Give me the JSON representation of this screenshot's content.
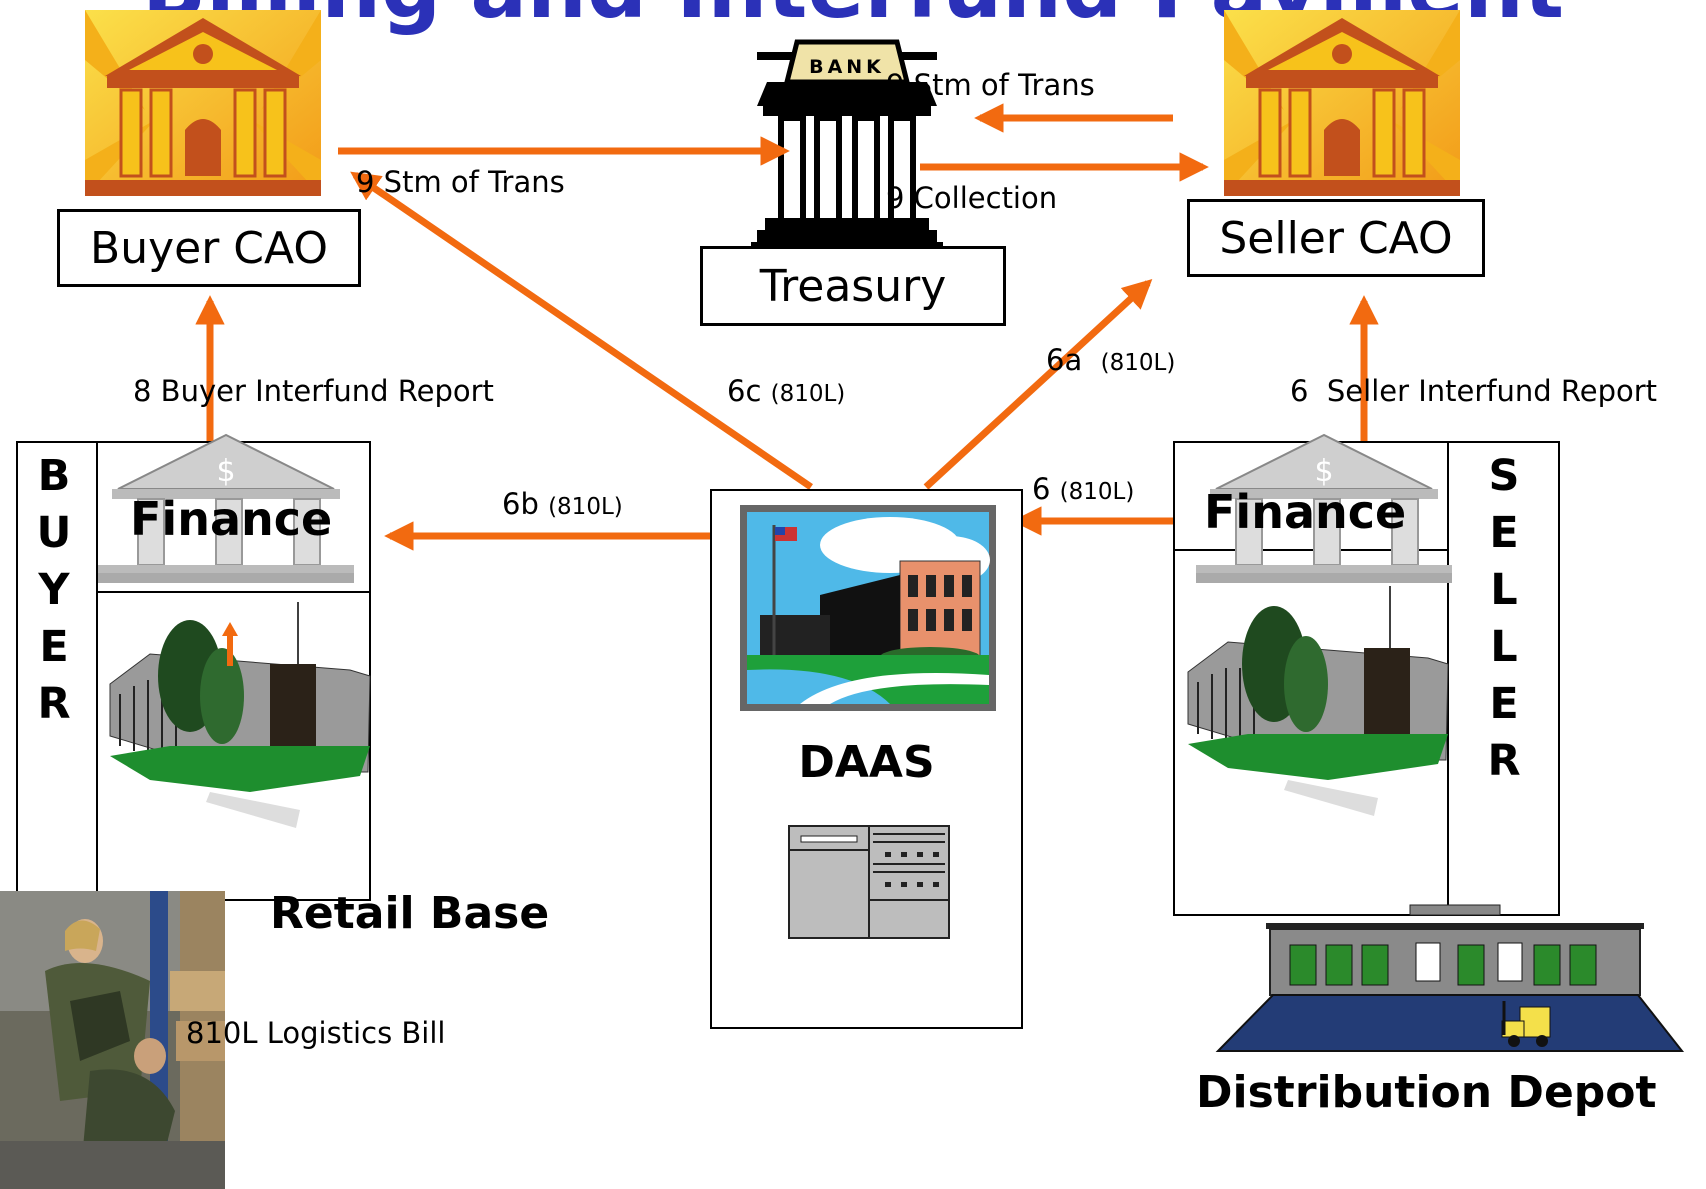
{
  "title": "Billing and Interfund Payment",
  "nodes": {
    "buyer_cao": "Buyer CAO",
    "seller_cao": "Seller CAO",
    "treasury": "Treasury",
    "bank_sign": "BANK",
    "daas": "DAAS",
    "buyer_finance": "Finance",
    "seller_finance": "Finance",
    "retail_base": "Retail Base",
    "distribution_depot": "Distribution Depot",
    "buyer_vertical": [
      "B",
      "U",
      "Y",
      "E",
      "R"
    ],
    "seller_vertical": [
      "S",
      "E",
      "L",
      "L",
      "E",
      "R"
    ]
  },
  "flows": {
    "f9_buyer_to_treasury": {
      "num": "9",
      "text": "Stm of Trans",
      "suffix": ""
    },
    "f9_seller_to_treasury": {
      "num": "9",
      "text": "Stm of Trans",
      "suffix": ""
    },
    "f9_treasury_to_seller": {
      "num": "9",
      "text": "Collection",
      "suffix": ""
    },
    "f8": {
      "num": "8",
      "text": "Buyer Interfund Report",
      "suffix": ""
    },
    "f6": {
      "num": "6",
      "text": "Seller Interfund  Report",
      "suffix": ""
    },
    "f6a": {
      "num": "6a",
      "text": "",
      "suffix": "(810L)"
    },
    "f6b": {
      "num": "6b",
      "text": "",
      "suffix": "(810L)"
    },
    "f6c": {
      "num": "6c",
      "text": "",
      "suffix": "(810L)"
    },
    "f6_depot": {
      "num": "6",
      "text": "",
      "suffix": "(810L)"
    }
  },
  "bill_note": "810L  Logistics Bill",
  "colors": {
    "arrow": "#f26a10",
    "title": "#2b31b8",
    "cao_yellow": "#f7c21b",
    "cao_red": "#c2501c"
  }
}
